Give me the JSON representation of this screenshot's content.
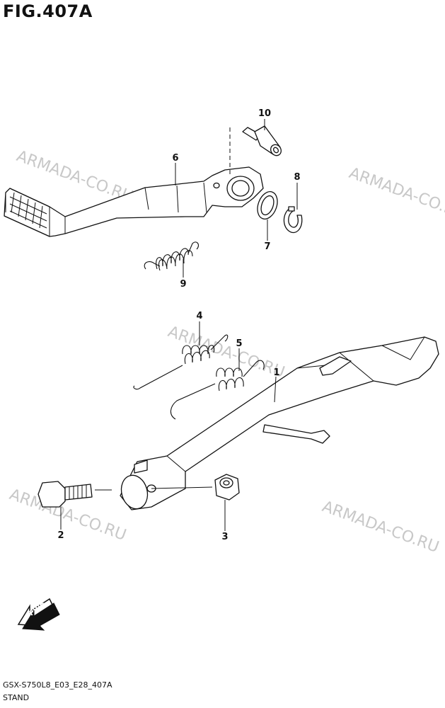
{
  "figure": {
    "title": "FIG.407A",
    "code": "GSX-S750L8_E03_E28_407A",
    "name": "STAND"
  },
  "watermark": "ARMADA-CO.RU",
  "callouts": {
    "p1": "1",
    "p2": "2",
    "p3": "3",
    "p4": "4",
    "p5": "5",
    "p6": "6",
    "p7": "7",
    "p8": "8",
    "p9": "9",
    "p10": "10"
  },
  "fwd_label": "FWD"
}
